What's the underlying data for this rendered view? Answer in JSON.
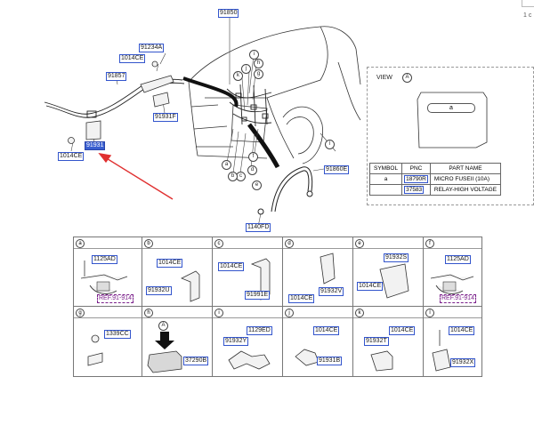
{
  "main": {
    "labels": [
      {
        "text": "91850"
      },
      {
        "text": "91234A"
      },
      {
        "text": "1014CE"
      },
      {
        "text": "91857"
      },
      {
        "text": "91931F"
      },
      {
        "text": "1014CE"
      },
      {
        "text": "91931"
      },
      {
        "text": "91860E"
      },
      {
        "text": "1140FD"
      }
    ],
    "callouts": [
      "i",
      "h",
      "g",
      "f",
      "e",
      "d",
      "c",
      "b",
      "a",
      "j",
      "k",
      "l"
    ]
  },
  "view": {
    "title": "VIEW",
    "letter": "A",
    "box_label": "a",
    "table_headers": [
      "SYMBOL",
      "PNC",
      "PART NAME"
    ],
    "rows": [
      {
        "symbol": "a",
        "pnc": "18790R",
        "name": "MICRO FUSEII (10A)"
      },
      {
        "symbol": "",
        "pnc": "37583",
        "name": "RELAY-HIGH VOLTAGE"
      }
    ]
  },
  "details": [
    {
      "letter": "a",
      "parts": [
        "1125AD",
        "REF.91-914"
      ]
    },
    {
      "letter": "b",
      "parts": [
        "1014CE",
        "91932U"
      ]
    },
    {
      "letter": "c",
      "parts": [
        "1014CE",
        "91991E"
      ]
    },
    {
      "letter": "d",
      "parts": [
        "91932V",
        "1014CE"
      ]
    },
    {
      "letter": "e",
      "parts": [
        "91932S",
        "1014CE"
      ]
    },
    {
      "letter": "f",
      "parts": [
        "1125AD",
        "REF.91-914"
      ]
    },
    {
      "letter": "g",
      "parts": [
        "1339CC"
      ]
    },
    {
      "letter": "h",
      "parts": [
        "A",
        "37290B"
      ]
    },
    {
      "letter": "i",
      "parts": [
        "1129ED",
        "91932Y"
      ]
    },
    {
      "letter": "j",
      "parts": [
        "1014CE",
        "91931B"
      ]
    },
    {
      "letter": "k",
      "parts": [
        "1014CE",
        "91932T"
      ]
    },
    {
      "letter": "l",
      "parts": [
        "1014CE",
        "91932X"
      ]
    }
  ],
  "corner": {
    "text": "1 c"
  },
  "colors": {
    "link": "#3355cc",
    "highlight": "#3a5fd0",
    "arrow": "#e03030",
    "ref": "#7a1f8a"
  }
}
